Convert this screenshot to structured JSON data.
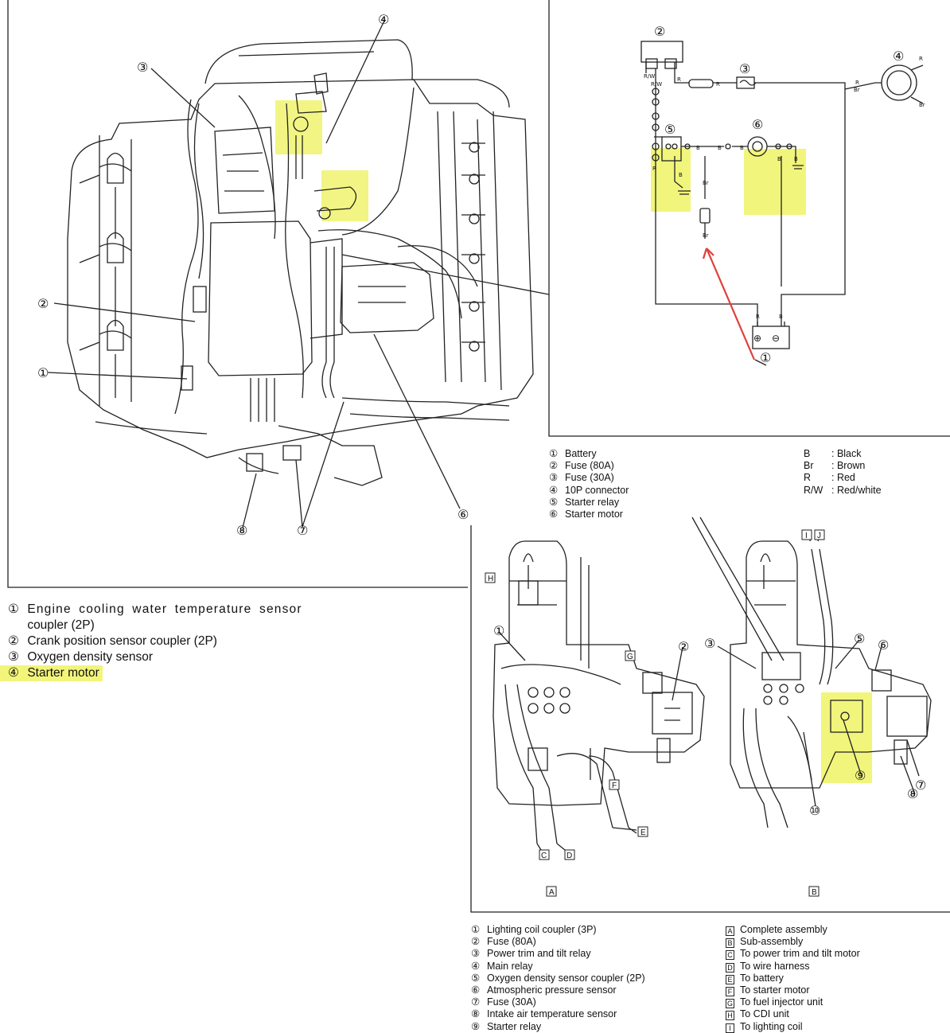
{
  "colors": {
    "highlight": "#eef25a",
    "arrow": "#e0403a",
    "line": "#222222"
  },
  "engine_view": {
    "callouts": [
      "①",
      "②",
      "③",
      "④",
      "⑥",
      "⑦",
      "⑧"
    ],
    "legend": [
      {
        "num": "①",
        "text": "Engine cooling water temperature sensor"
      },
      {
        "num": "",
        "text": "coupler (2P)"
      },
      {
        "num": "②",
        "text": "Crank position sensor coupler (2P)"
      },
      {
        "num": "③",
        "text": "Oxygen density sensor"
      },
      {
        "num": "④",
        "text": "Starter motor",
        "highlighted": true
      }
    ]
  },
  "wiring_diagram": {
    "callouts": [
      "①",
      "②",
      "③",
      "④",
      "⑤",
      "⑥"
    ],
    "wire_labels": {
      "rw": "R/W",
      "r": "R",
      "b": "B",
      "br": "Br"
    },
    "legend": [
      {
        "num": "①",
        "text": "Battery"
      },
      {
        "num": "②",
        "text": "Fuse (80A)"
      },
      {
        "num": "③",
        "text": "Fuse (30A)"
      },
      {
        "num": "④",
        "text": "10P connector"
      },
      {
        "num": "⑤",
        "text": "Starter relay"
      },
      {
        "num": "⑥",
        "text": "Starter motor"
      }
    ],
    "color_codes": [
      {
        "code": "B",
        "meaning": ": Black"
      },
      {
        "code": "Br",
        "meaning": ": Brown"
      },
      {
        "code": "R",
        "meaning": ": Red"
      },
      {
        "code": "R/W",
        "meaning": ": Red/white"
      }
    ]
  },
  "electrical_box": {
    "boxes": [
      "A",
      "B"
    ],
    "routes": [
      "C",
      "D",
      "E",
      "F",
      "G",
      "H",
      "I",
      "J"
    ],
    "callouts": [
      "①",
      "②",
      "③",
      "⑤",
      "⑥",
      "⑦",
      "⑧",
      "⑨",
      "⑩"
    ],
    "legend_left": [
      {
        "num": "①",
        "text": "Lighting coil coupler (3P)"
      },
      {
        "num": "②",
        "text": "Fuse (80A)"
      },
      {
        "num": "③",
        "text": "Power trim and tilt relay"
      },
      {
        "num": "④",
        "text": "Main relay"
      },
      {
        "num": "⑤",
        "text": "Oxygen density sensor coupler (2P)"
      },
      {
        "num": "⑥",
        "text": "Atmospheric pressure sensor"
      },
      {
        "num": "⑦",
        "text": "Fuse (30A)"
      },
      {
        "num": "⑧",
        "text": "Intake air temperature sensor"
      },
      {
        "num": "⑨",
        "text": "Starter relay"
      }
    ],
    "legend_right": [
      {
        "box": "A",
        "text": "Complete assembly"
      },
      {
        "box": "B",
        "text": "Sub-assembly"
      },
      {
        "box": "C",
        "text": "To power trim and tilt motor"
      },
      {
        "box": "D",
        "text": "To wire harness"
      },
      {
        "box": "E",
        "text": "To battery"
      },
      {
        "box": "F",
        "text": "To starter motor"
      },
      {
        "box": "G",
        "text": "To fuel injector unit"
      },
      {
        "box": "H",
        "text": "To CDI unit"
      },
      {
        "box": "I",
        "text": "To lighting coil"
      }
    ]
  }
}
